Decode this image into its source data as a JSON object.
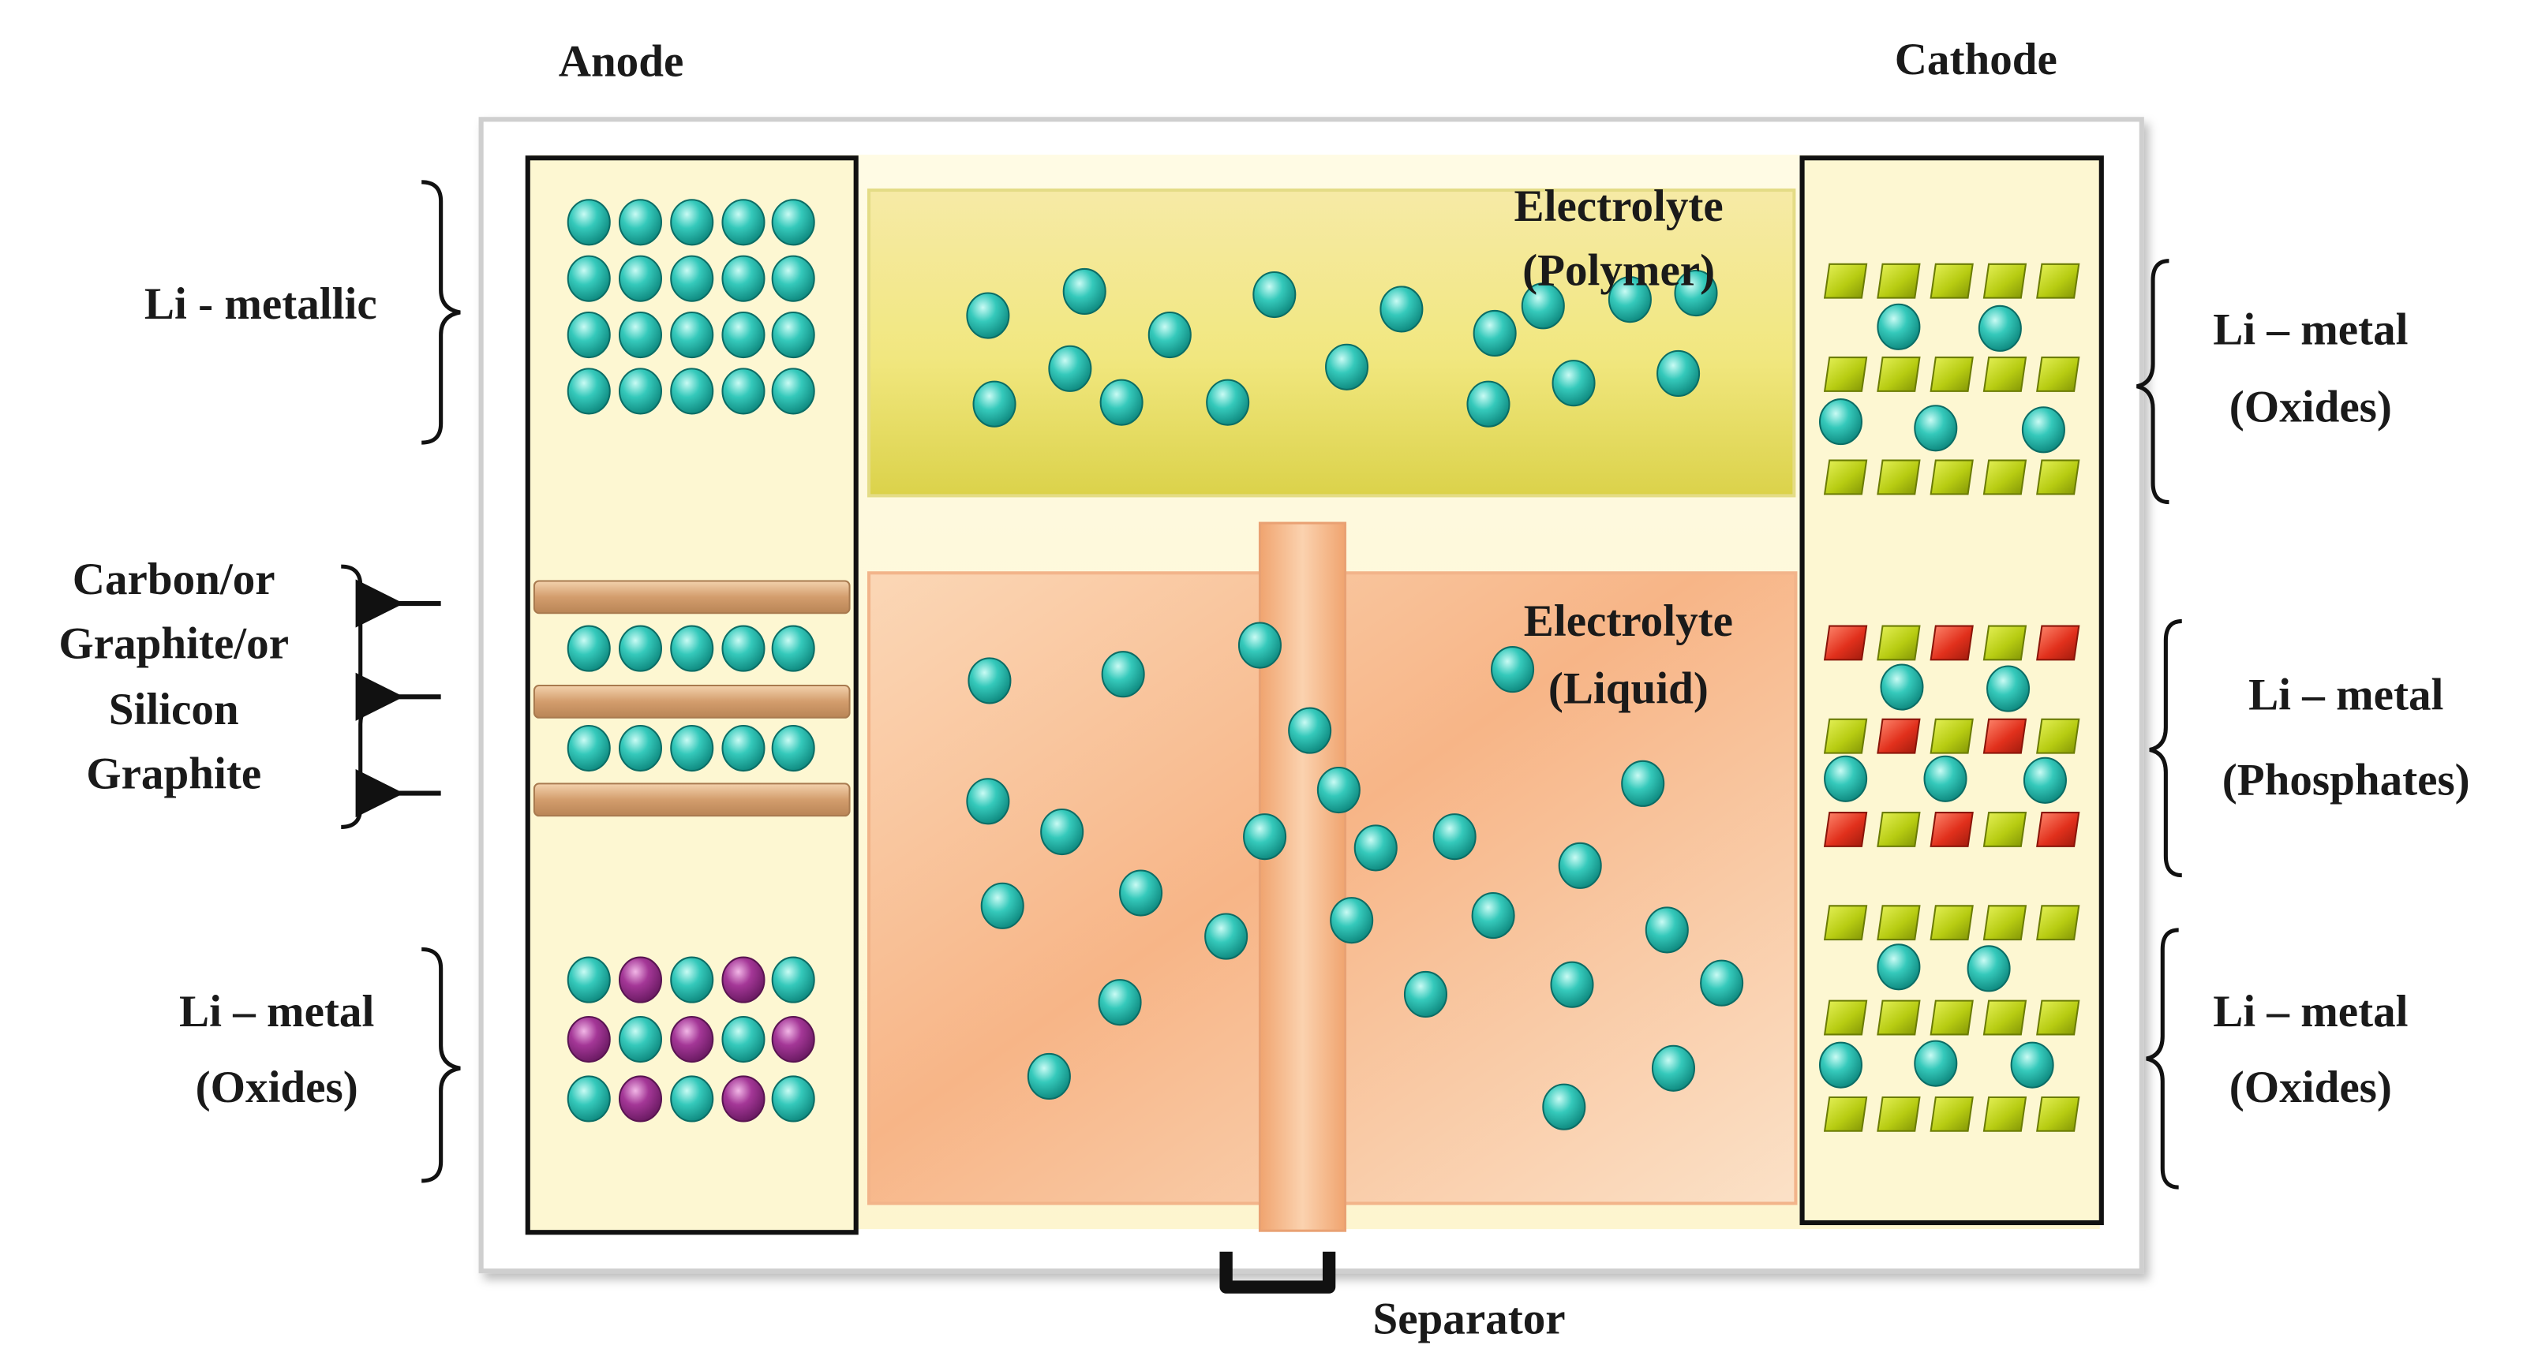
{
  "labels": {
    "anode": "Anode",
    "cathode": "Cathode",
    "electrolyte_polymer": [
      "Electrolyte",
      "(Polymer)"
    ],
    "electrolyte_liquid": [
      "Electrolyte",
      "(Liquid)"
    ],
    "separator": "Separator",
    "left": {
      "li_metallic": "Li - metallic",
      "carbon": [
        "Carbon/or",
        "Graphite/or",
        "Silicon",
        "Graphite"
      ],
      "li_metal_oxides": [
        "Li – metal",
        "(Oxides)"
      ]
    },
    "right": {
      "li_metal_oxides_top": [
        "Li – metal",
        "(Oxides)"
      ],
      "li_metal_phosphates": [
        "Li – metal",
        "(Phosphates)"
      ],
      "li_metal_oxides_bottom": [
        "Li – metal",
        "(Oxides)"
      ]
    }
  },
  "colors": {
    "li_ion": "#2fc6b8",
    "metal_ion": "#9b2f8c",
    "oxide_block": "#b5cc10",
    "phosphate_block": "#e0301e",
    "polymer_electrolyte": "#eee488",
    "liquid_electrolyte": "#f4a671",
    "separator": "#f5b889",
    "electrode_fill": "#fdf7d2",
    "graphite_layer": "#d9ab7d"
  },
  "icons": {
    "brace": "curly-brace-icon",
    "arrow": "left-arrow-icon"
  }
}
